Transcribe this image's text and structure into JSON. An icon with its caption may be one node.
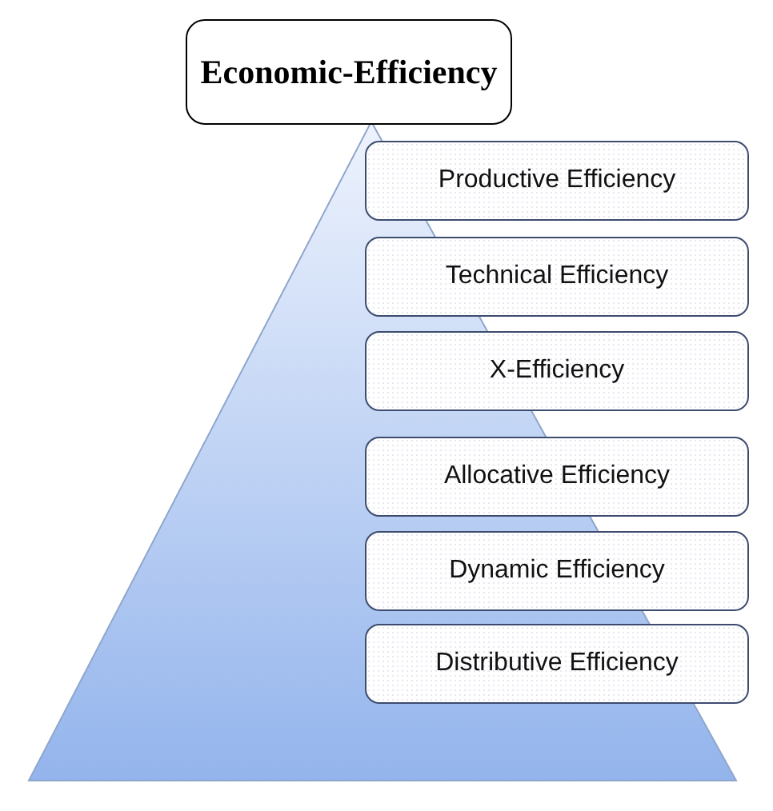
{
  "diagram": {
    "nodes": [
      {
        "text": [
          "Economic-Efficiency"
        ]
      },
      {
        "text": [
          "Productive Efficiency"
        ]
      },
      {
        "text": [
          "Technical Efficiency"
        ]
      },
      {
        "text": [
          "X-Efficiency"
        ]
      },
      {
        "text": [
          "Allocative Efficiency"
        ]
      },
      {
        "text": [
          "Dynamic Efficiency"
        ]
      },
      {
        "text": [
          "Distributive Efficiency"
        ]
      }
    ]
  }
}
